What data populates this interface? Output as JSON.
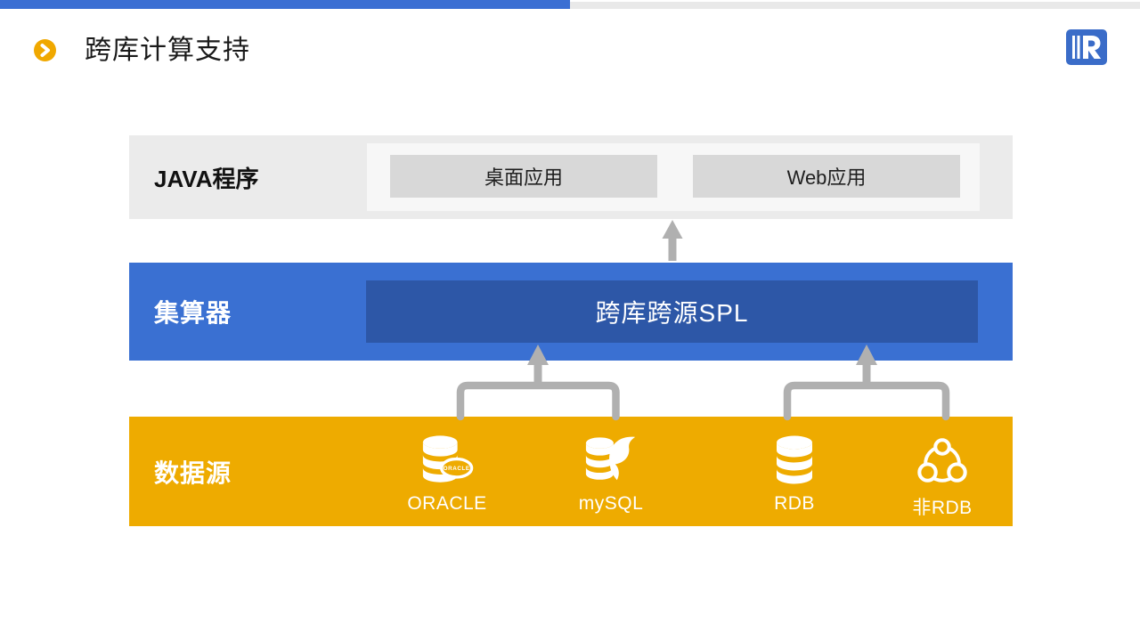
{
  "slide": {
    "title": "跨库计算支持"
  },
  "layers": {
    "java": {
      "label": "JAVA程序",
      "apps": [
        {
          "label": "桌面应用"
        },
        {
          "label": "Web应用"
        }
      ]
    },
    "esproc": {
      "label": "集算器",
      "box_label": "跨库跨源SPL"
    },
    "datasource": {
      "label": "数据源",
      "sources": [
        {
          "label": "ORACLE",
          "icon": "oracle-db-icon",
          "badge": "ORACLE"
        },
        {
          "label": "mySQL",
          "icon": "mysql-db-icon"
        },
        {
          "label": "RDB",
          "icon": "database-icon"
        },
        {
          "label": "非RDB",
          "icon": "cluster-icon"
        }
      ]
    }
  },
  "icons": {
    "title_bullet": "chevron-right-icon",
    "logo": "raqsoft-logo",
    "connectors": [
      "up-arrow-icon",
      "bracket-connector",
      "up-arrow-icon",
      "bracket-connector",
      "up-arrow-icon"
    ]
  },
  "colors": {
    "accent_blue": "#3A70D2",
    "dark_blue_box": "#2D57A7",
    "topbar_blue": "#3B6FD3",
    "accent_orange": "#EEAB00",
    "bullet_orange": "#F0A800",
    "band_gray": "#EBEBEB",
    "inner_gray": "#F7F7F7",
    "box_gray": "#D8D8D8",
    "arrow_gray": "#B0B0B0",
    "logo_blue": "#3A6CC8"
  }
}
